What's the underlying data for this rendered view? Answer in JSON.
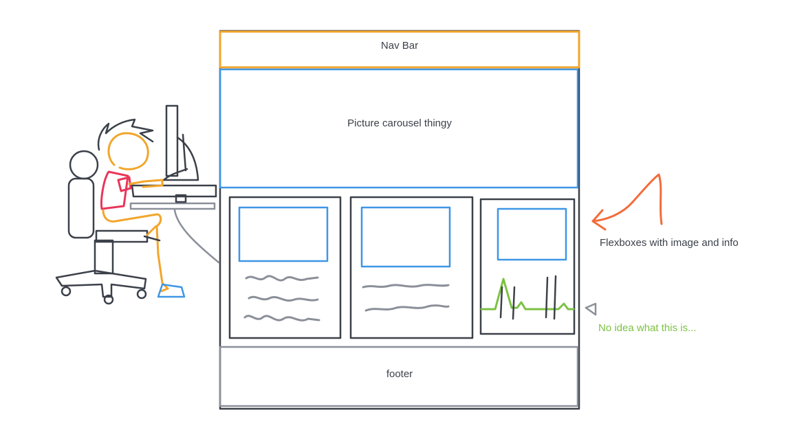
{
  "labels": {
    "nav": "Nav Bar",
    "carousel": "Picture carousel thingy",
    "footer": "footer",
    "flexboxes_note": "Flexboxes with image and info",
    "mystery_note": "No idea what this is..."
  },
  "colors": {
    "ink": "#3b4049",
    "nav_outline": "#f2a52b",
    "carousel_outline": "#3d96e6",
    "footer_outline": "#8a8f99",
    "arrow_orange": "#f26b3a",
    "green": "#7cc143",
    "person_pink": "#e8365a",
    "person_orange": "#f2a52b"
  }
}
